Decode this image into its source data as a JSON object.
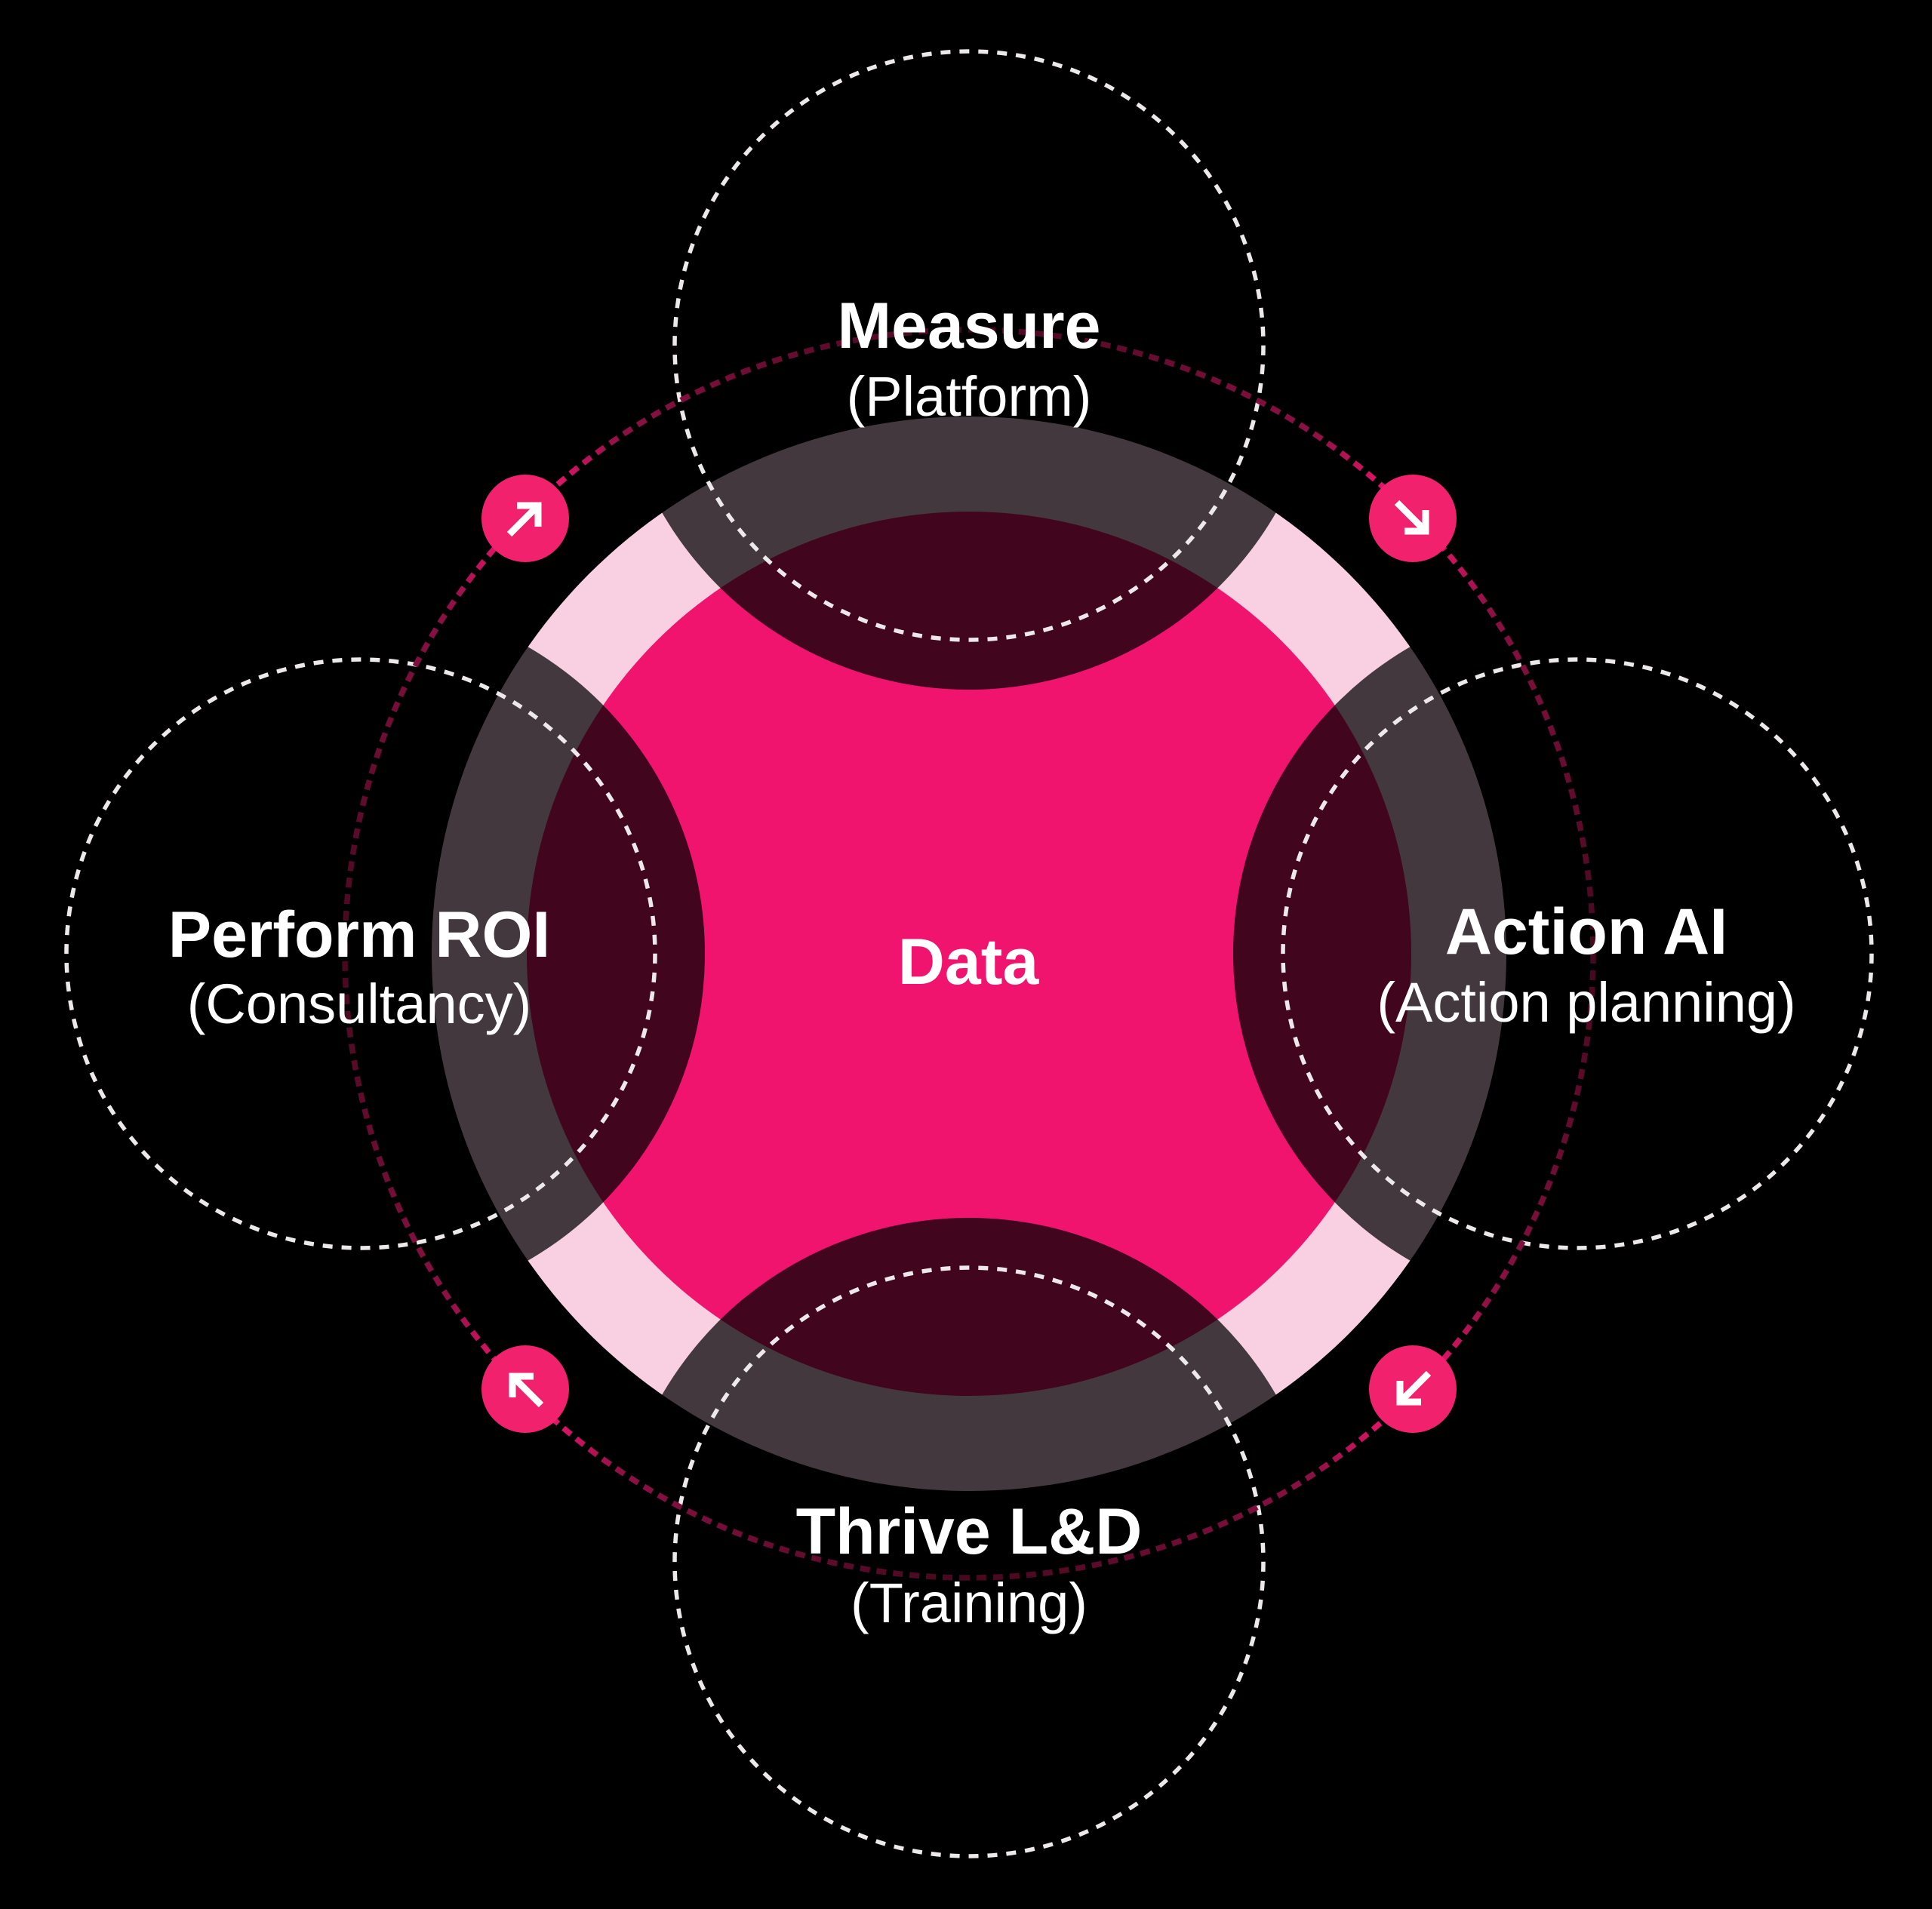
{
  "diagram": {
    "center": {
      "label": "Data"
    },
    "nodes": [
      {
        "id": "top",
        "title": "Measure",
        "subtitle": "(Platform)"
      },
      {
        "id": "right",
        "title": "Action AI",
        "subtitle": "(Action planning)"
      },
      {
        "id": "bottom",
        "title": "Thrive L&D",
        "subtitle": "(Training)"
      },
      {
        "id": "left",
        "title": "Perform ROI",
        "subtitle": "(Consultancy)"
      }
    ],
    "arrows": [
      {
        "position": "top-left",
        "icon": "arrow-up-right-icon",
        "direction": "up-right"
      },
      {
        "position": "top-right",
        "icon": "arrow-down-right-icon",
        "direction": "down-right"
      },
      {
        "position": "bottom-right",
        "icon": "arrow-down-left-icon",
        "direction": "down-left"
      },
      {
        "position": "bottom-left",
        "icon": "arrow-up-left-icon",
        "direction": "up-left"
      }
    ],
    "colors": {
      "background": "#000000",
      "bright_pink": "#F0146E",
      "light_pink": "#F8D0E2",
      "button_pink": "#F1216E",
      "overlay_dark": "rgba(0,0,0,0.73)",
      "white_dot": "#EDE9EB",
      "arc_dark": "#45081F",
      "arc_mid": "#8E1045",
      "arc_bright": "#F0146E",
      "text": "#FFFFFF"
    }
  }
}
